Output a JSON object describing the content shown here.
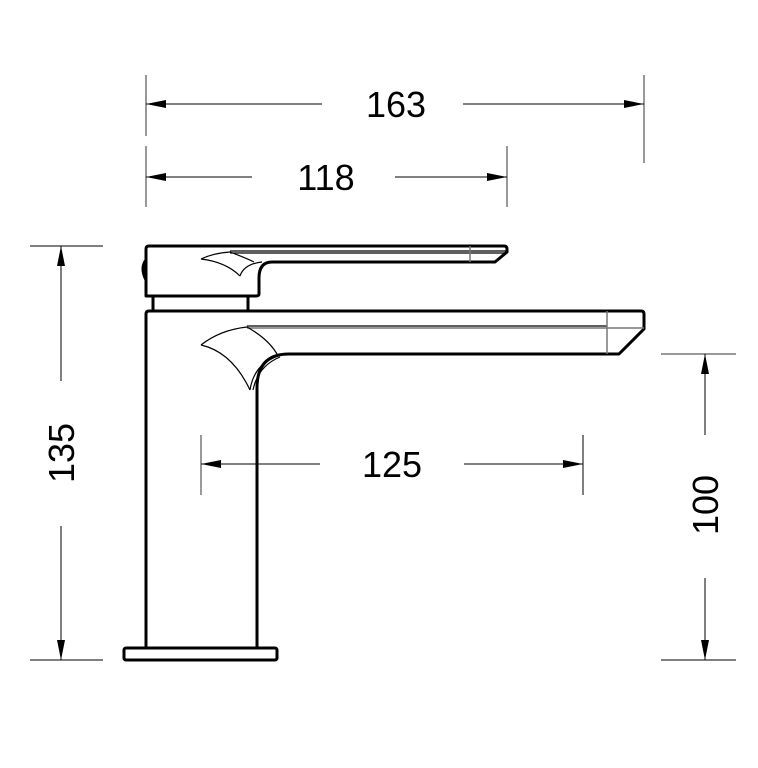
{
  "drawing": {
    "subject": "Single-lever basin mixer tap, side elevation",
    "line_color": "#000000",
    "background": "#ffffff"
  },
  "dimensions": {
    "overall_length": "163",
    "handle_length": "118",
    "overall_height": "135",
    "spout_projection": "125",
    "spout_height": "100"
  }
}
